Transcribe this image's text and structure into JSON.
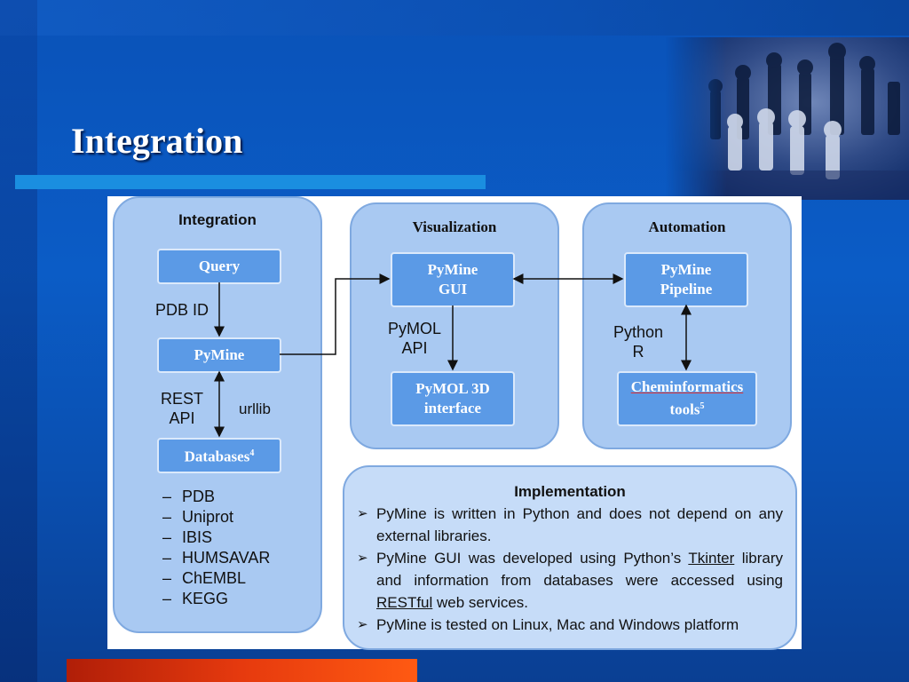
{
  "slide": {
    "title": "Integration"
  },
  "diagram": {
    "integration_panel": {
      "title": "Integration",
      "query_box": "Query",
      "edge_pdb_id": "PDB ID",
      "pymine_box": "PyMine",
      "edge_rest": "REST",
      "edge_api": "API",
      "edge_urllib": "urllib",
      "databases_box": "Databases",
      "databases_sup": "4",
      "databases": [
        "PDB",
        "Uniprot",
        "IBIS",
        "HUMSAVAR",
        "ChEMBL",
        "KEGG"
      ]
    },
    "visualization_panel": {
      "title": "Visualization",
      "gui_box_line1": "PyMine",
      "gui_box_line2": "GUI",
      "edge_pymol": "PyMOL",
      "edge_api": "API",
      "pymol3d_line1": "PyMOL 3D",
      "pymol3d_line2": "interface"
    },
    "automation_panel": {
      "title": "Automation",
      "pipeline_line1": "PyMine",
      "pipeline_line2": "Pipeline",
      "edge_python": "Python",
      "edge_r": "R",
      "chem_line1": "Cheminformatics",
      "chem_line2": "tools",
      "chem_sup": "5"
    },
    "implementation_panel": {
      "title": "Implementation",
      "bullet1": "PyMine is written in Python and does not depend on any external libraries.",
      "bullet2_a": "PyMine GUI was developed using Python’s ",
      "bullet2_tk": "Tkinter",
      "bullet2_b": " library and information from databases were accessed using ",
      "bullet2_rest": "RESTful",
      "bullet2_c": " web services.",
      "bullet3": "PyMine is tested on Linux, Mac and Windows platform"
    }
  },
  "colors": {
    "background": "#0b5cc6",
    "panel": "#a9c9f2",
    "box": "#5b9ae6",
    "accent_bar": "#e63a0e",
    "underline_bar": "#1a8ee0"
  }
}
